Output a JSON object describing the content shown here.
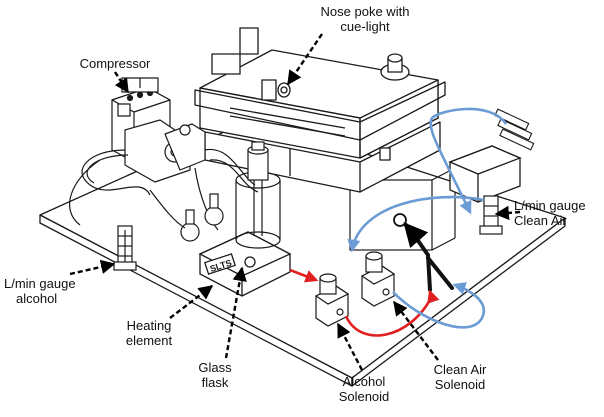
{
  "labels": {
    "nose_poke": [
      "Nose poke with",
      "cue-light"
    ],
    "compressor": [
      "Compressor"
    ],
    "gauge_clean_air": [
      "L/min gauge",
      "Clean Air"
    ],
    "gauge_alcohol": [
      "L/min gauge",
      "alcohol"
    ],
    "heating_element": [
      "Heating",
      "element"
    ],
    "glass_flask": [
      "Glass",
      "flask"
    ],
    "alcohol_solenoid": [
      "Alcohol",
      "Solenoid"
    ],
    "clean_air_solenoid": [
      "Clean Air",
      "Solenoid"
    ]
  },
  "heater_display_text": "SLTS",
  "colors": {
    "line": "#1a1a1a",
    "clean_air_tube": "#6a9bd4",
    "alcohol_tube": "#e02020",
    "leader": "#000000"
  }
}
